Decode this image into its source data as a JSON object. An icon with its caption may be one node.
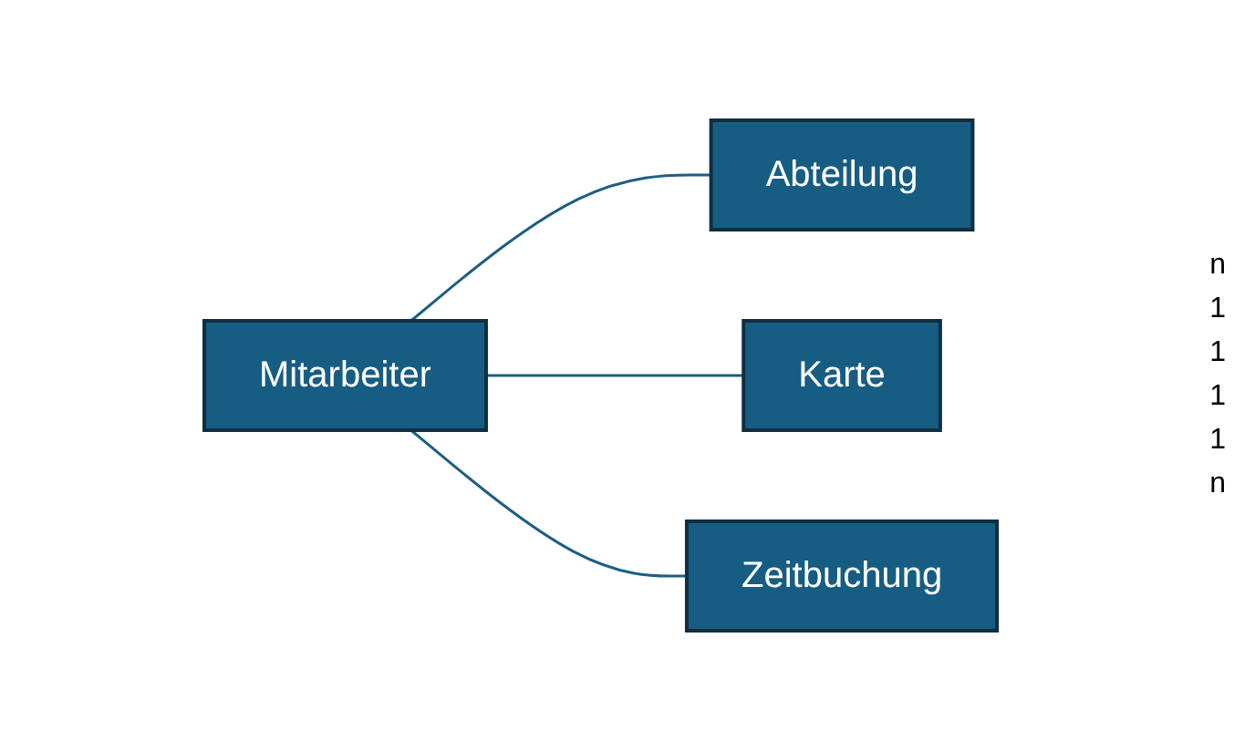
{
  "diagram": {
    "nodes": [
      {
        "text": [
          "Mitarbeiter"
        ]
      },
      {
        "text": [
          "Abteilung"
        ]
      },
      {
        "text": [
          "Karte"
        ]
      },
      {
        "text": [
          "Zeitbuchung"
        ]
      }
    ],
    "edges": [
      {
        "from": 0,
        "to": 1,
        "arrow": "none"
      },
      {
        "from": 0,
        "to": 2,
        "arrow": "none"
      },
      {
        "from": 0,
        "to": 3,
        "arrow": "none"
      }
    ],
    "labels": [
      "n",
      "1",
      "1",
      "1",
      "1",
      "n"
    ]
  }
}
